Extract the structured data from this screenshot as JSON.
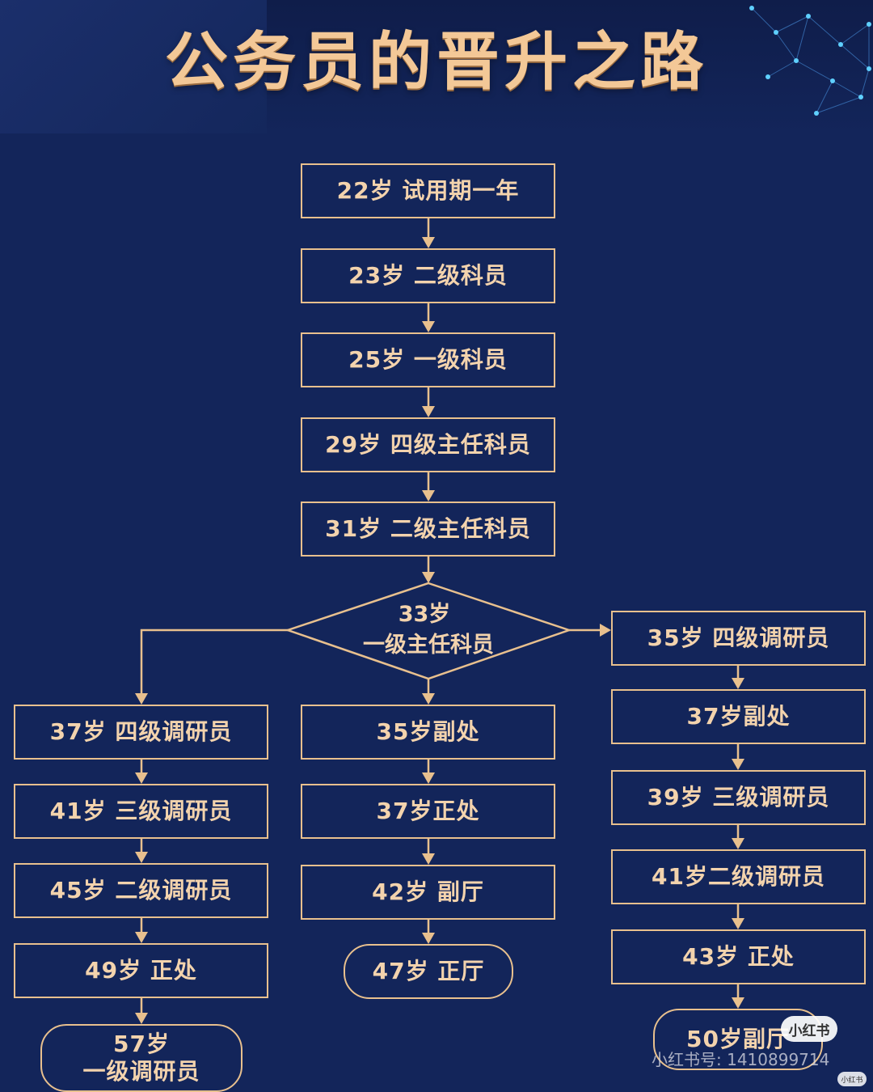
{
  "title": "公务员的晋升之路",
  "colors": {
    "background": "#13255a",
    "accent": "#e8c08e",
    "text": "#f3d3ad"
  },
  "main_path": [
    "22岁 试用期一年",
    "23岁 二级科员",
    "25岁 一级科员",
    "29岁 四级主任科员",
    "31岁 二级主任科员"
  ],
  "decision": {
    "age": "33岁",
    "rank": "一级主任科员"
  },
  "left_branch": [
    "37岁 四级调研员",
    "41岁 三级调研员",
    "45岁 二级调研员",
    "49岁 正处",
    "57岁\n一级调研员"
  ],
  "middle_branch": [
    "35岁副处",
    "37岁正处",
    "42岁 副厅",
    "47岁 正厅"
  ],
  "right_branch": [
    "35岁 四级调研员",
    "37岁副处",
    "39岁 三级调研员",
    "41岁二级调研员",
    "43岁 正处",
    "50岁副厅"
  ],
  "watermark": {
    "badge": "小红书",
    "id": "小红书号: 1410899714",
    "corner": "小红书"
  }
}
